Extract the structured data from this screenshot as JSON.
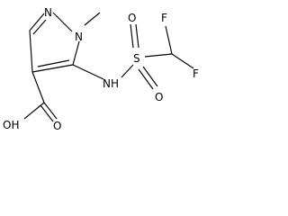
{
  "molecule": {
    "atoms": {
      "n1": "N",
      "n2": "N",
      "nh": "NH",
      "s": "S",
      "o_top": "O",
      "o_bottom": "O",
      "f_top": "F",
      "f_right": "F",
      "oh": "OH",
      "o_acid": "O"
    }
  }
}
